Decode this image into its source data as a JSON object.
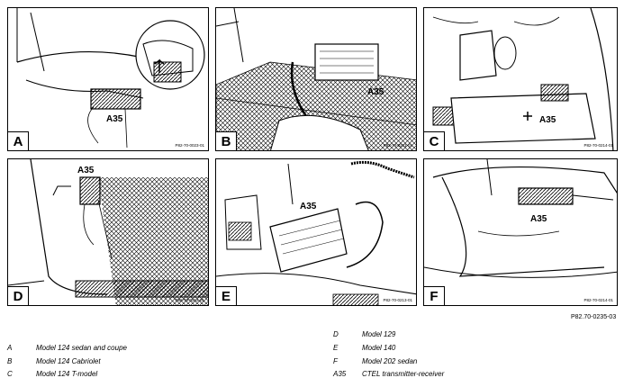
{
  "panels": {
    "a": {
      "letter": "A",
      "callout": "A35",
      "code": "P82-70-0023-01"
    },
    "b": {
      "letter": "B",
      "callout": "A35",
      "code": "P82-70-0211-01"
    },
    "c": {
      "letter": "C",
      "callout": "A35",
      "code": "P82-70-0214-01"
    },
    "d": {
      "letter": "D",
      "callout": "A35",
      "code": "P82-70-0212-01"
    },
    "e": {
      "letter": "E",
      "callout": "A35",
      "code": "P82-70-0213-01"
    },
    "f": {
      "letter": "F",
      "callout": "A35",
      "code": "P82-70-0214-01"
    }
  },
  "figure_code": "P82.70-0235-03",
  "legend": {
    "left": [
      {
        "key": "A",
        "text": "Model 124 sedan and coupe"
      },
      {
        "key": "B",
        "text": "Model 124 Cabriolet"
      },
      {
        "key": "C",
        "text": "Model 124 T-model"
      }
    ],
    "right": [
      {
        "key": "D",
        "text": "Model 129"
      },
      {
        "key": "E",
        "text": "Model 140"
      },
      {
        "key": "F",
        "text": "Model 202 sedan"
      },
      {
        "key": "A35",
        "text": "CTEL transmitter-receiver"
      }
    ]
  }
}
